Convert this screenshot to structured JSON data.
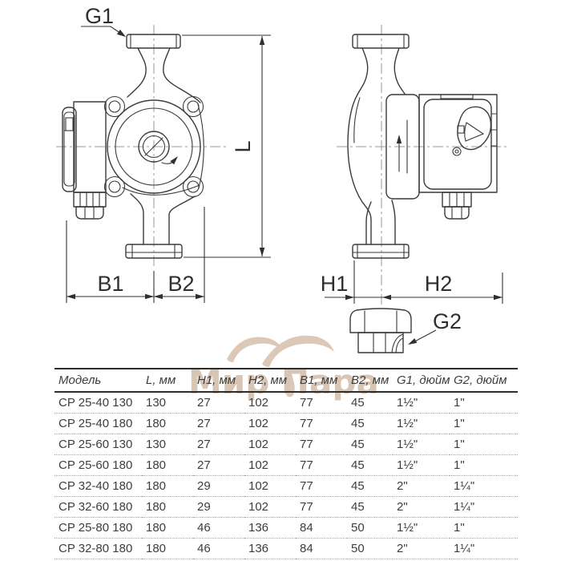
{
  "watermark": {
    "text": "Мир Пара",
    "color": "#d8c5b3"
  },
  "drawing": {
    "labels": {
      "g1": "G1",
      "l": "L",
      "b1": "B1",
      "b2": "B2",
      "h1": "H1",
      "h2": "H2",
      "g2": "G2"
    }
  },
  "table": {
    "headers": [
      "Модель",
      "L, мм",
      "H1, мм",
      "H2, мм",
      "B1, мм",
      "B2, мм",
      "G1, дюйм",
      "G2, дюйм"
    ],
    "rows": [
      [
        "CP 25-40 130",
        "130",
        "27",
        "102",
        "77",
        "45",
        "1½\"",
        "1\""
      ],
      [
        "CP 25-40 180",
        "180",
        "27",
        "102",
        "77",
        "45",
        "1½\"",
        "1\""
      ],
      [
        "CP 25-60 130",
        "130",
        "27",
        "102",
        "77",
        "45",
        "1½\"",
        "1\""
      ],
      [
        "CP 25-60 180",
        "180",
        "27",
        "102",
        "77",
        "45",
        "1½\"",
        "1\""
      ],
      [
        "CP 32-40 180",
        "180",
        "29",
        "102",
        "77",
        "45",
        "2\"",
        "1¼\""
      ],
      [
        "CP 32-60 180",
        "180",
        "29",
        "102",
        "77",
        "45",
        "2\"",
        "1¼\""
      ],
      [
        "CP 25-80 180",
        "180",
        "46",
        "136",
        "84",
        "50",
        "1½\"",
        "1\""
      ],
      [
        "CP 32-80 180",
        "180",
        "46",
        "136",
        "84",
        "50",
        "2\"",
        "1¼\""
      ]
    ]
  }
}
